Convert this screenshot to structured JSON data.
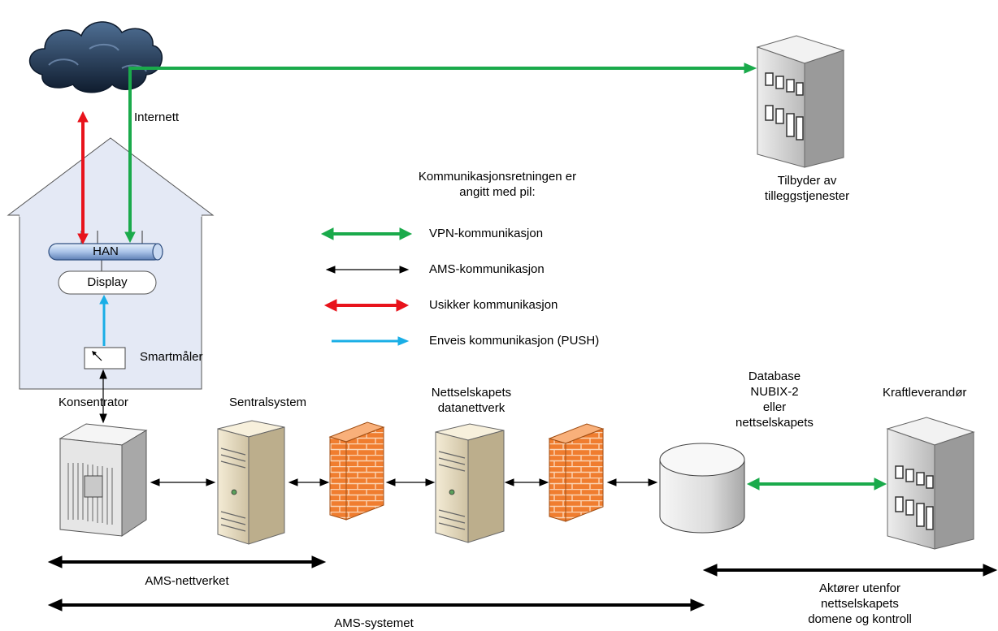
{
  "labels": {
    "internet": "Internett",
    "han": "HAN",
    "display": "Display",
    "smartmaler": "Smartmåler",
    "konsentrator": "Konsentrator",
    "sentralsystem": "Sentralsystem",
    "nettselskapets_datanettverk": "Nettselskapets\ndatanettverk",
    "database": "Database\nNUBIX-2\neller\nnettselskapets",
    "kraftleverandor": "Kraftleverandør",
    "tilbyder": "Tilbyder av\ntilleggstjenester",
    "ams_nettverket": "AMS-nettverket",
    "ams_systemet": "AMS-systemet",
    "aktorer": "Aktører utenfor\nnettselskapets\ndomene og kontroll"
  },
  "legend": {
    "title": "Kommunikasjonsretningen er\nangitt med pil:",
    "items": [
      {
        "label": "VPN-kommunikasjon",
        "color": "#1aaa4b"
      },
      {
        "label": "AMS-kommunikasjon",
        "color": "#000000"
      },
      {
        "label": "Usikker kommunikasjon",
        "color": "#e8131b"
      },
      {
        "label": "Enveis kommunikasjon (PUSH)",
        "color": "#19aee6"
      }
    ]
  },
  "colors": {
    "vpn": "#1aaa4b",
    "ams": "#000000",
    "unsafe": "#e8131b",
    "push": "#19aee6",
    "house_fill": "#e4e9f5",
    "firewall": "#f07d2f",
    "cloud": "#2b3f5c"
  }
}
